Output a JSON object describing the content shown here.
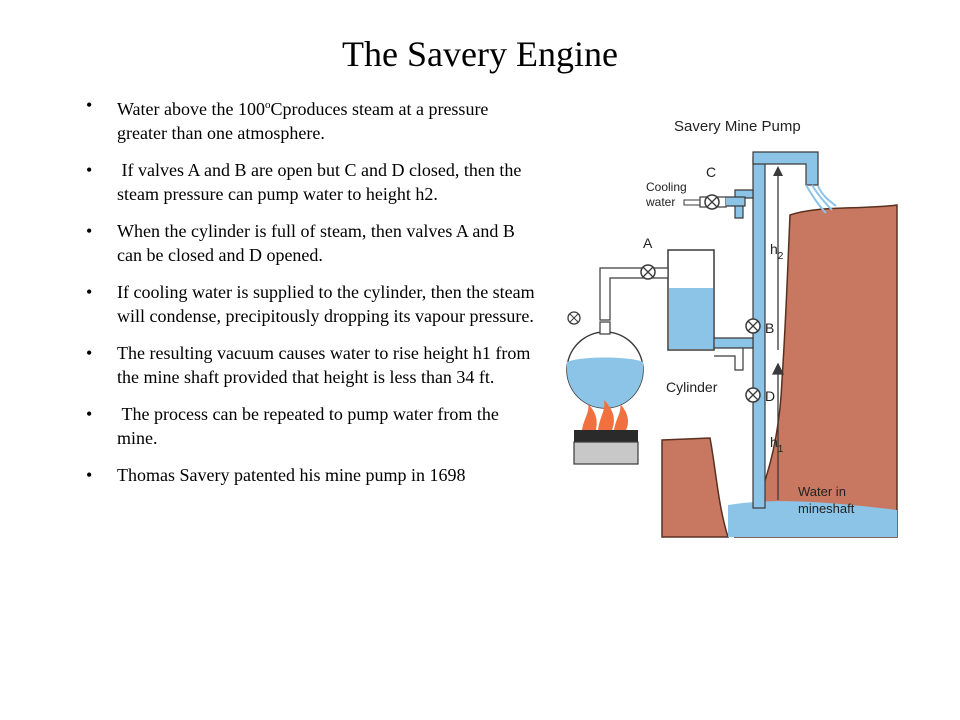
{
  "slide": {
    "title": "The Savery Engine",
    "bullet_glyph": "•",
    "bullets": [
      {
        "before": "Water above the 100",
        "sup": "o",
        "after": "Cproduces steam at a pressure greater than one atmosphere."
      },
      {
        "text": " If valves A and B are open but C and D closed, then the steam pressure can pump water to height h2."
      },
      {
        "text": "When the cylinder is full of steam, then valves A and B can be closed and D opened."
      },
      {
        "text": "If cooling water is supplied to the cylinder, then the steam will condense, precipitously dropping its vapour pressure."
      },
      {
        "text": "The resulting vacuum causes water to rise height h1 from the mine shaft provided that height is less than 34 ft."
      },
      {
        "text": " The process can be repeated to pump water from the mine."
      },
      {
        "text": "Thomas Savery patented his mine pump in 1698"
      }
    ]
  },
  "diagram": {
    "title": "Savery Mine Pump",
    "cooling_line1": "Cooling",
    "cooling_line2": "water",
    "cylinder": "Cylinder",
    "valve_a": "A",
    "valve_b": "B",
    "valve_c": "C",
    "valve_d": "D",
    "h2": "h",
    "h2_sub": "2",
    "h1": "h",
    "h1_sub": "1",
    "mine_line1": "Water in",
    "mine_line2": "mineshaft",
    "colors": {
      "rock": "#c87860",
      "water": "#8cc4e8",
      "pipe": "#8cc4e8",
      "pipe_outline": "#3a3a3a",
      "flame": "#f07040",
      "stove": "#c8c8c8"
    }
  }
}
